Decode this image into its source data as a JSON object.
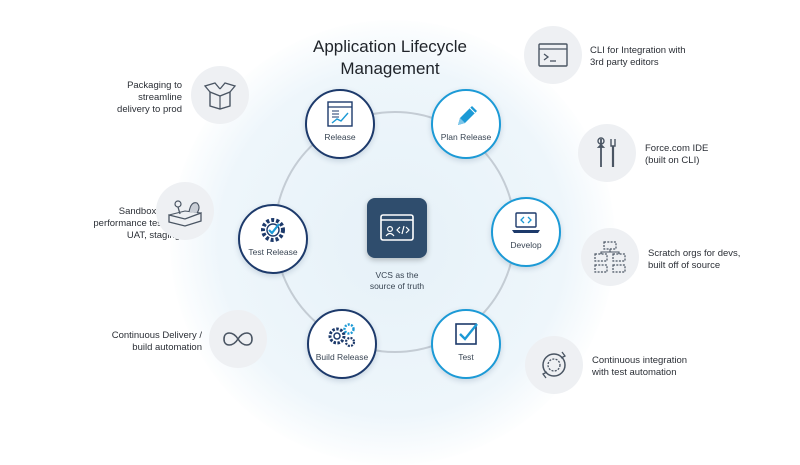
{
  "diagram": {
    "title_line1": "Application Lifecycle",
    "title_line2": "Management",
    "center": {
      "icon": "code-window-icon",
      "label_line1": "VCS as the",
      "label_line2": "source of truth"
    },
    "stages": {
      "release": {
        "label": "Release",
        "icon": "document-chart-icon"
      },
      "plan_release": {
        "label": "Plan Release",
        "icon": "pencil-icon"
      },
      "develop": {
        "label": "Develop",
        "icon": "laptop-code-icon"
      },
      "test": {
        "label": "Test",
        "icon": "checkbox-icon"
      },
      "build_release": {
        "label": "Build Release",
        "icon": "gears-icon"
      },
      "test_release": {
        "label": "Test Release",
        "icon": "gear-check-icon"
      }
    },
    "left_items": [
      {
        "line1": "Packaging to",
        "line2": "streamline",
        "line3": "delivery to prod",
        "icon": "open-box-icon"
      },
      {
        "line1": "Sandboxes for",
        "line2": "performance testing,",
        "line3": "UAT, staging",
        "icon": "sandbox-icon"
      },
      {
        "line1": "Continuous Delivery /",
        "line2": "build automation",
        "line3": "",
        "icon": "infinity-icon"
      }
    ],
    "right_items": [
      {
        "line1": "CLI for Integration with",
        "line2": "3rd party editors",
        "icon": "terminal-icon"
      },
      {
        "line1": "Force.com IDE",
        "line2": "(built on CLI)",
        "icon": "tools-icon"
      },
      {
        "line1": "Scratch orgs for devs,",
        "line2": "built off of source",
        "icon": "org-chart-icon"
      },
      {
        "line1": "Continuous integration",
        "line2": "with test automation",
        "icon": "cycle-icon"
      }
    ],
    "colors": {
      "navy": "#1d3a6b",
      "blue": "#1c9ad6",
      "center": "#2f4d6d",
      "gray_icon": "#4a5563"
    }
  }
}
